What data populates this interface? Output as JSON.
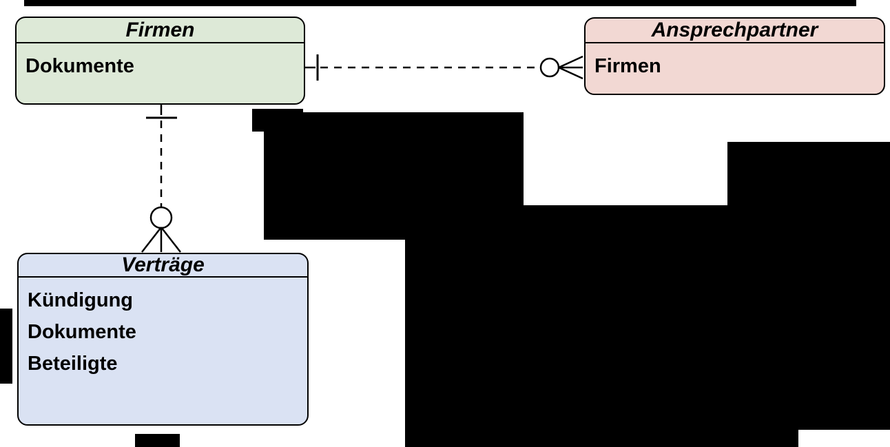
{
  "diagram": {
    "type": "entity-relationship",
    "entities": [
      {
        "title": "Firmen",
        "attributes": [
          "Dokumente"
        ],
        "fill": "#dde9d7"
      },
      {
        "title": "Ansprechpartner",
        "attributes": [
          "Firmen"
        ],
        "fill": "#f2d8d3"
      },
      {
        "title": "Verträge",
        "attributes": [
          "Kündigung",
          "Dokumente",
          "Beteiligte"
        ],
        "fill": "#dae2f3"
      }
    ],
    "relationships": [
      {
        "from": "Firmen",
        "to": "Ansprechpartner",
        "from_end": "one (bar)",
        "to_end": "zero-or-many (circle + crow's foot)",
        "line_style": "dashed"
      },
      {
        "from": "Firmen",
        "to": "Verträge",
        "from_end": "one (bar)",
        "to_end": "zero-or-many (circle + crow's foot)",
        "line_style": "dashed"
      }
    ],
    "colors": {
      "background": "#ffffff",
      "entity_border": "#000000",
      "firmen_fill": "#dde9d7",
      "ansprechpartner_fill": "#f2d8d3",
      "vertraege_fill": "#dae2f3",
      "line": "#000000",
      "text": "#000000",
      "redaction": "#000000"
    }
  }
}
